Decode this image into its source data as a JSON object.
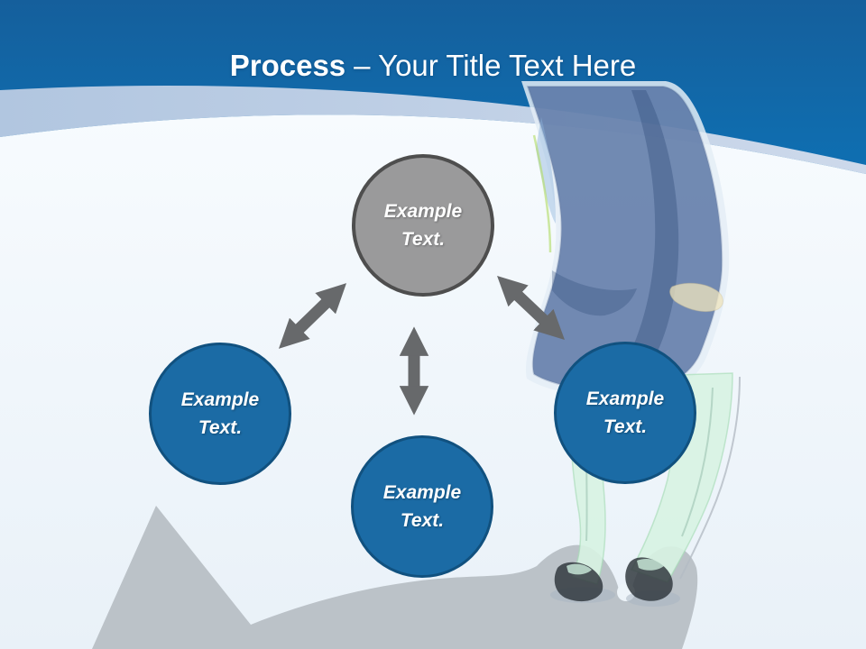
{
  "slide": {
    "title": {
      "emphasis": "Process",
      "rest": "– Your Title Text Here"
    }
  },
  "diagram": {
    "nodes": [
      {
        "id": "top",
        "variant": "gray",
        "line1": "Example",
        "line2": "Text."
      },
      {
        "id": "left",
        "variant": "blue",
        "line1": "Example",
        "line2": "Text."
      },
      {
        "id": "bottom",
        "variant": "blue",
        "line1": "Example",
        "line2": "Text."
      },
      {
        "id": "right",
        "variant": "blue",
        "line1": "Example",
        "line2": "Text."
      }
    ],
    "connectors": [
      {
        "from": "top",
        "to": "left",
        "style": "double-headed-arrow"
      },
      {
        "from": "top",
        "to": "bottom",
        "style": "double-headed-arrow"
      },
      {
        "from": "top",
        "to": "right",
        "style": "double-headed-arrow"
      }
    ]
  },
  "illustration": {
    "person": "standing-person-sketch-blue-jacket-mint-jeans",
    "shadow": "gray-ground-shadow"
  },
  "colors": {
    "header_gradient_top": "#155f9c",
    "header_gradient_bottom": "#0d73b7",
    "curve_band": "#b9cce4",
    "background": "#edf4fa",
    "node_blue_fill": "#1b6ba5",
    "node_blue_border": "#11517f",
    "node_gray_fill": "#9a9a9b",
    "node_gray_border": "#4e4e4e",
    "arrow": "#67696b",
    "ground_shadow": "#bbc2c8",
    "title_text": "#ffffff",
    "node_text": "#ffffff"
  }
}
